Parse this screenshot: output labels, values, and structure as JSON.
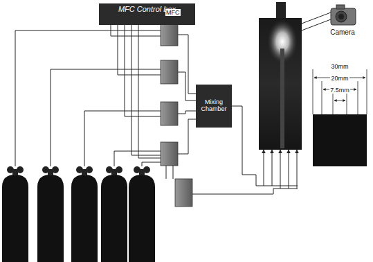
{
  "diagram": {
    "nodes": [
      {
        "text": [
          "MFC Control box"
        ]
      },
      {
        "text": [
          "Mixing Chamber"
        ]
      },
      {
        "text": [
          "Camera"
        ]
      }
    ],
    "labels": [
      "MFC",
      "30mm",
      "20mm",
      "7.5mm"
    ]
  }
}
